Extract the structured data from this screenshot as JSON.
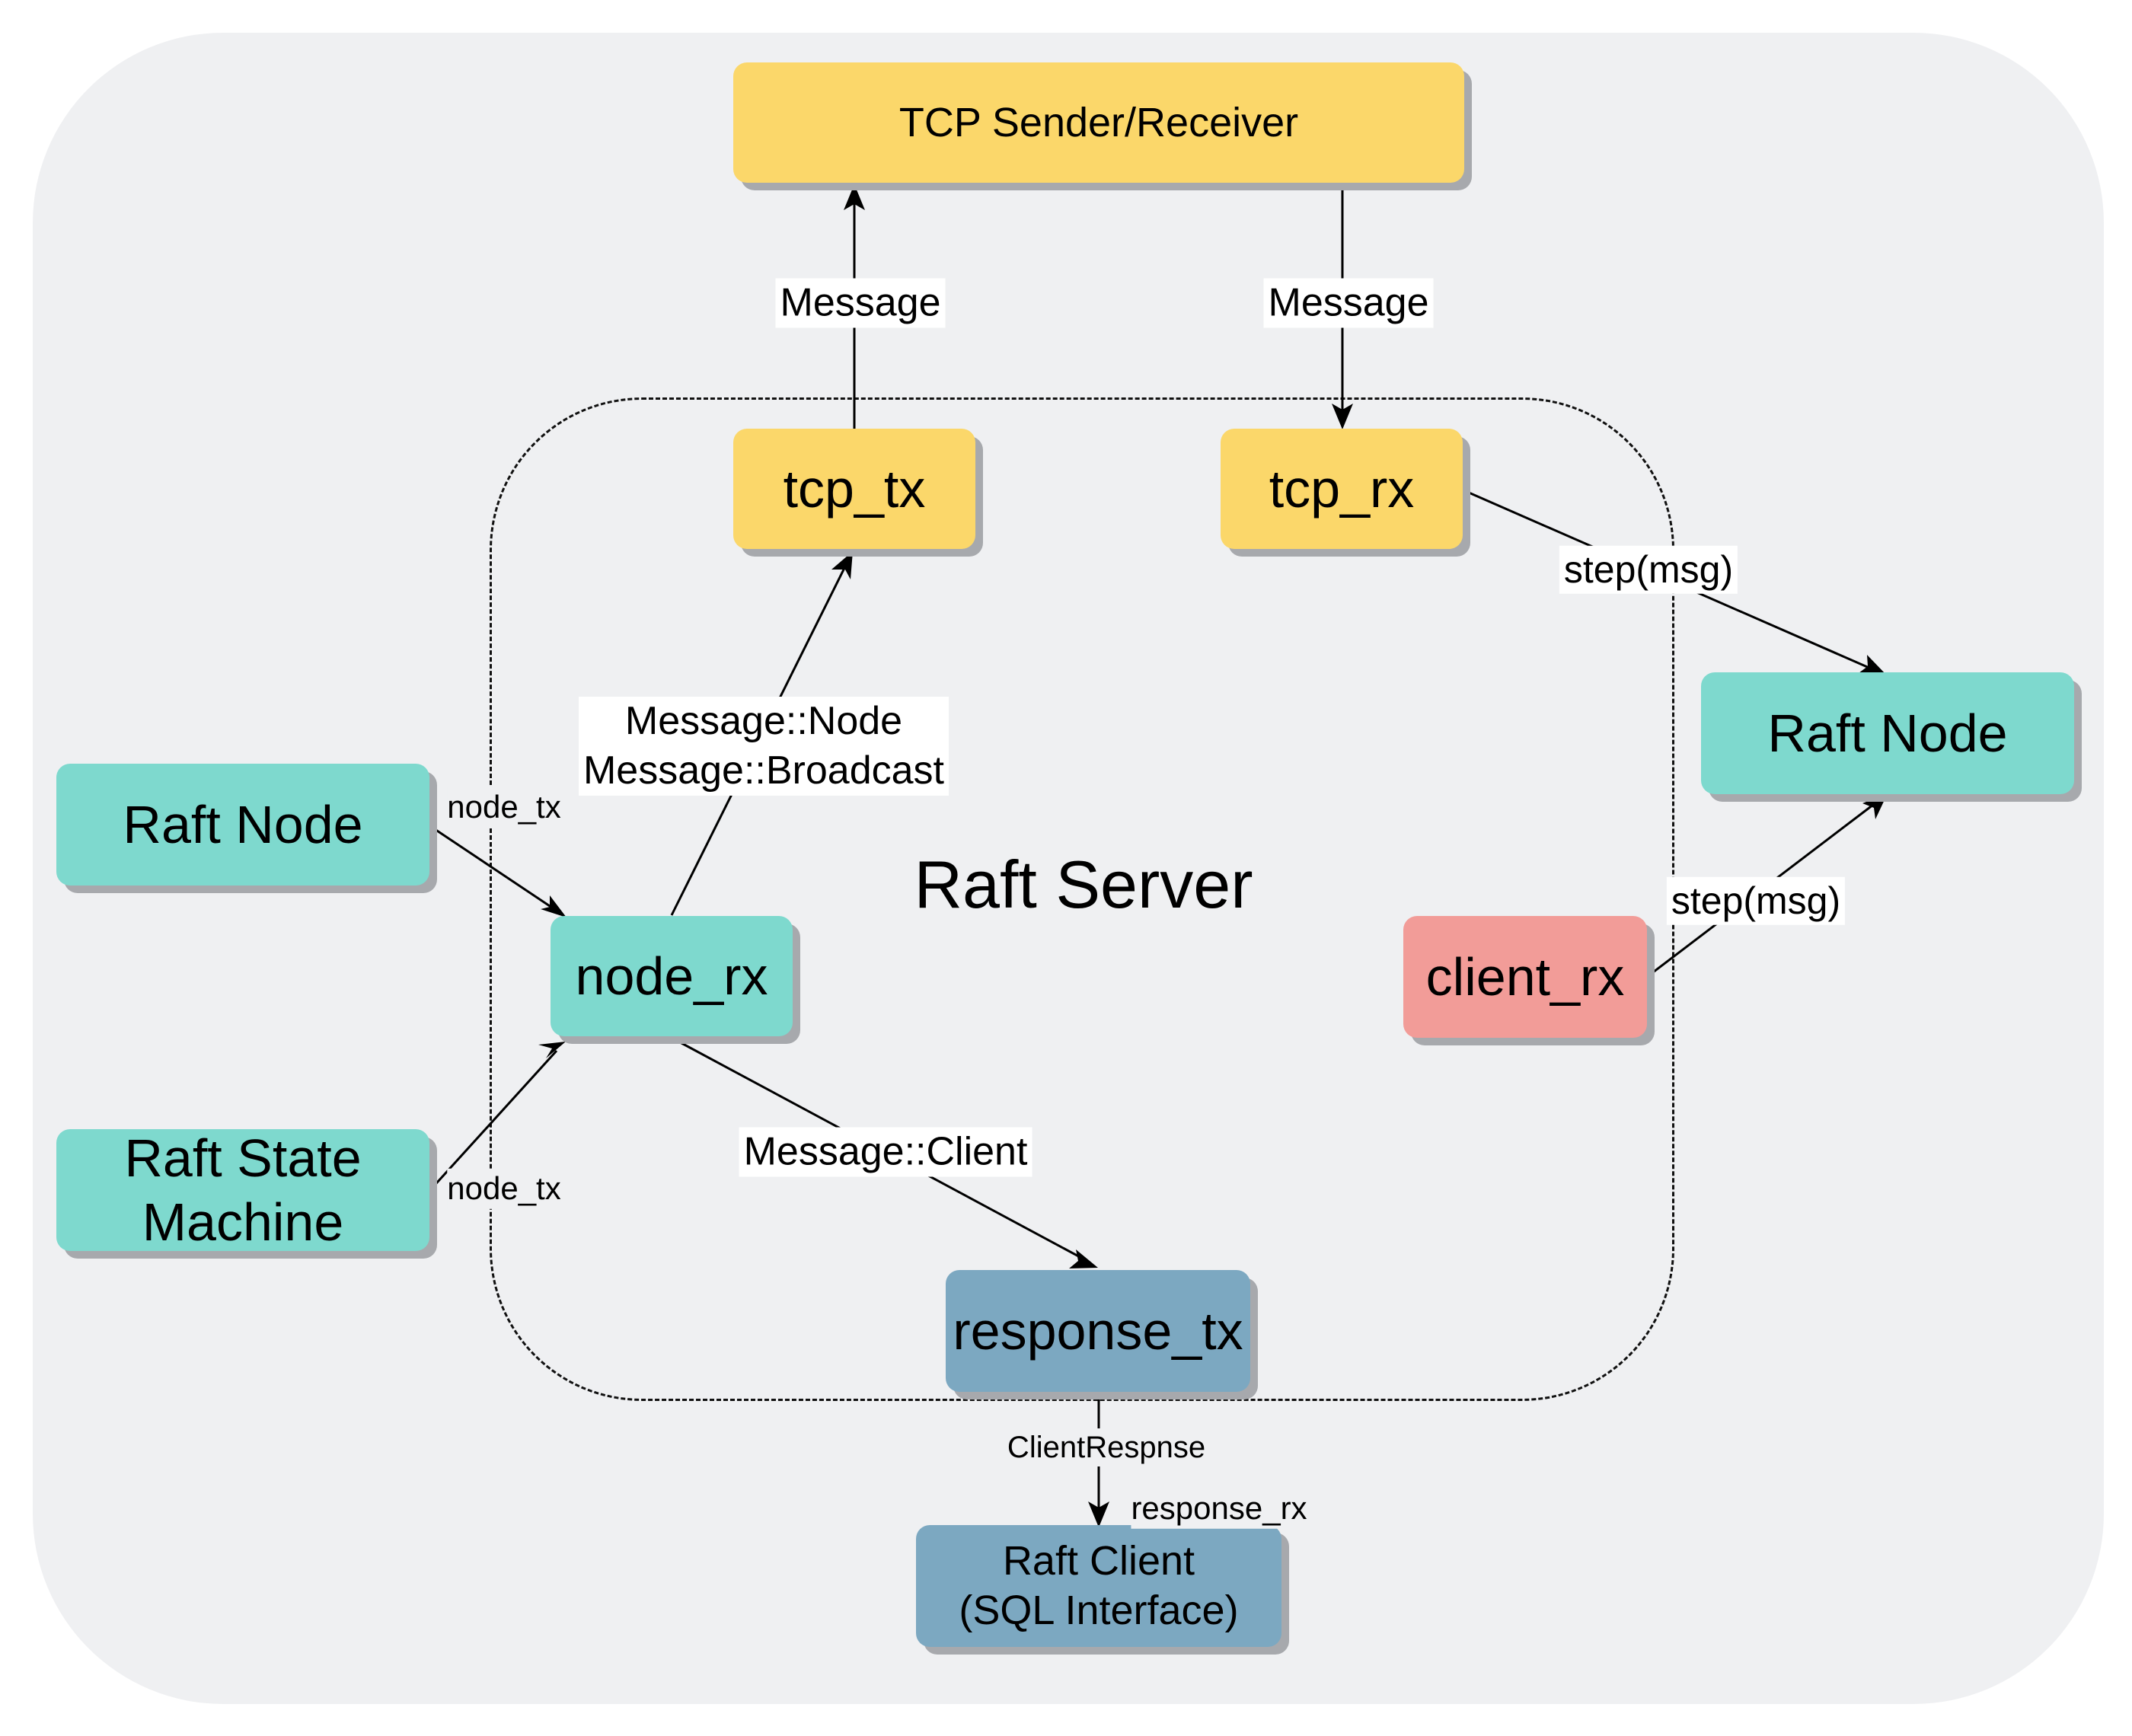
{
  "diagram": {
    "title": "Raft Server",
    "nodes": {
      "tcp_sender_receiver": "TCP Sender/Receiver",
      "tcp_tx": "tcp_tx",
      "tcp_rx": "tcp_rx",
      "raft_node_left": "Raft Node",
      "raft_state_machine": "Raft State\nMachine",
      "node_rx": "node_rx",
      "raft_node_right": "Raft Node",
      "client_rx": "client_rx",
      "response_tx": "response_tx",
      "raft_client": "Raft Client\n(SQL Interface)"
    },
    "edges": {
      "tcp_tx_to_sender": "Message",
      "sender_to_tcp_rx": "Message",
      "tcp_rx_to_raft_node": "step(msg)",
      "node_rx_to_tcp_tx": "Message::Node\nMessage::Broadcast",
      "raft_node_to_node_rx": "node_tx",
      "state_machine_to_node_rx": "node_tx",
      "client_rx_to_raft_node": "step(msg)",
      "node_rx_to_response_tx": "Message::Client",
      "response_tx_to_client_label": "ClientRespnse",
      "response_tx_to_client_port": "response_rx"
    },
    "colors": {
      "yellow": "#fbd76a",
      "teal": "#7ed9ce",
      "steel_blue": "#7ca8c1",
      "salmon": "#f29c98",
      "panel": "#eff0f2"
    }
  }
}
